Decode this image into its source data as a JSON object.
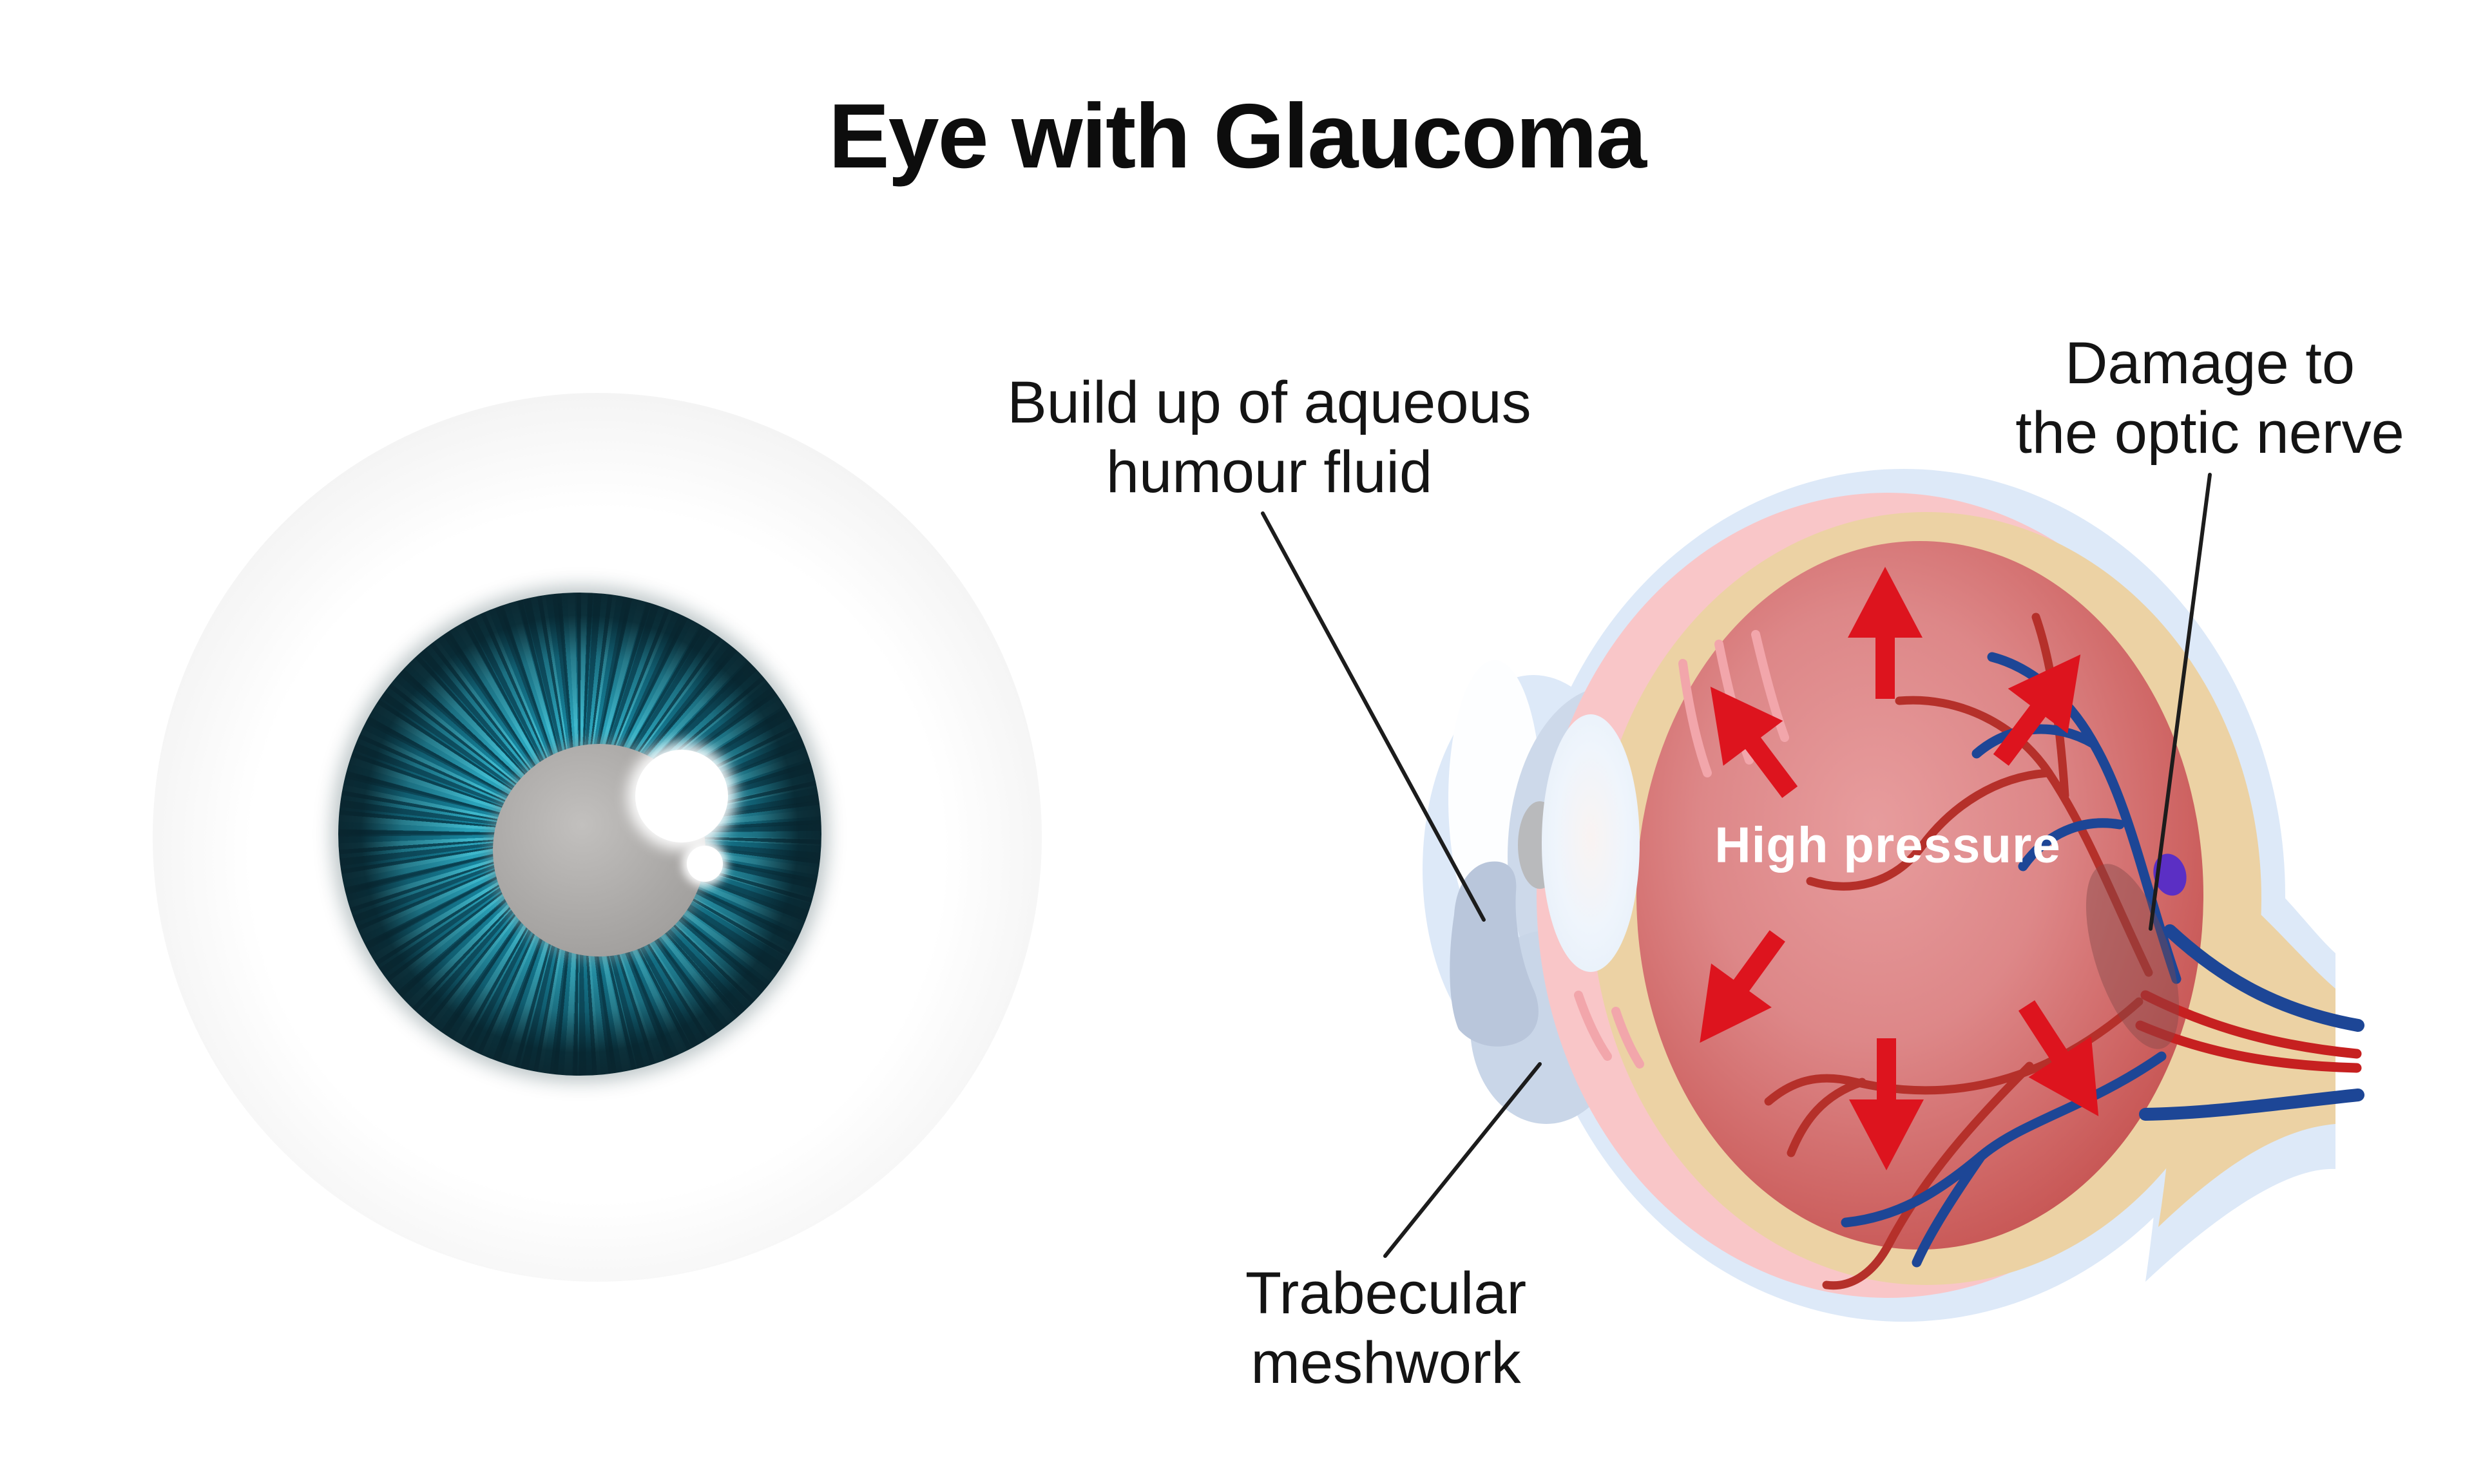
{
  "title": "Eye with Glaucoma",
  "labels": {
    "aqueous": {
      "line1": "Build up of aqueous",
      "line2": "humour fluid"
    },
    "optic": {
      "line1": "Damage to",
      "line2": "the optic nerve"
    },
    "trabecular": {
      "line1": "Trabecular",
      "line2": "meshwork"
    },
    "pressure": {
      "text": "High pressure"
    }
  },
  "colors": {
    "arrow_red": "#dd141e",
    "interior_red_center": "#e79c9d",
    "interior_red_edge": "#c4504e",
    "sclera_blue": "#dde9f8",
    "choroid_pink": "#f9c6c8",
    "retina_tan": "#ecd2a4",
    "vessel_red": "#b5302a",
    "vessel_blue": "#1d4696",
    "aqueous_gray_blue": "#b9c6db",
    "optic_damage_purple": "#5b2fc4",
    "iris_teal": "#2b9fb4",
    "pupil_gray": "#aaa8a6",
    "label_black": "#141414"
  }
}
